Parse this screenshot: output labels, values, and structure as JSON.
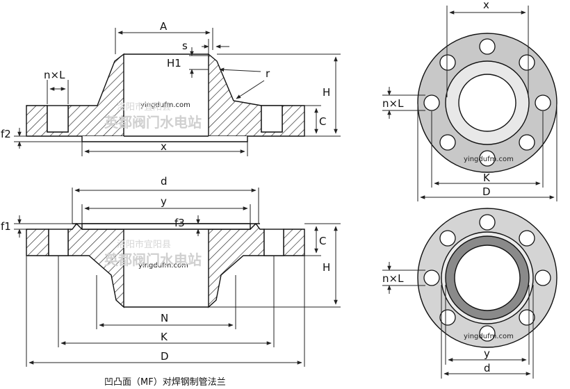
{
  "caption": "凹凸面（MF）对焊钢制管法兰",
  "watermark": {
    "url": "yingdufm.com",
    "city": "洛阳市宜阳县",
    "brand": "英都阀门水电站"
  },
  "labels": {
    "A": "A",
    "s": "s",
    "H1": "H1",
    "r": "r",
    "H": "H",
    "C": "C",
    "nxL": "n×L",
    "f1": "f1",
    "f2": "f2",
    "f3": "f3",
    "x": "x",
    "d": "d",
    "y": "y",
    "N": "N",
    "K": "K",
    "D": "D"
  },
  "colors": {
    "hatch": "#222222",
    "face_light": "#e6e6e6",
    "face_ring": "#c8c8c8",
    "raised_ring": "#8a8a8a",
    "outline": "#111111"
  }
}
